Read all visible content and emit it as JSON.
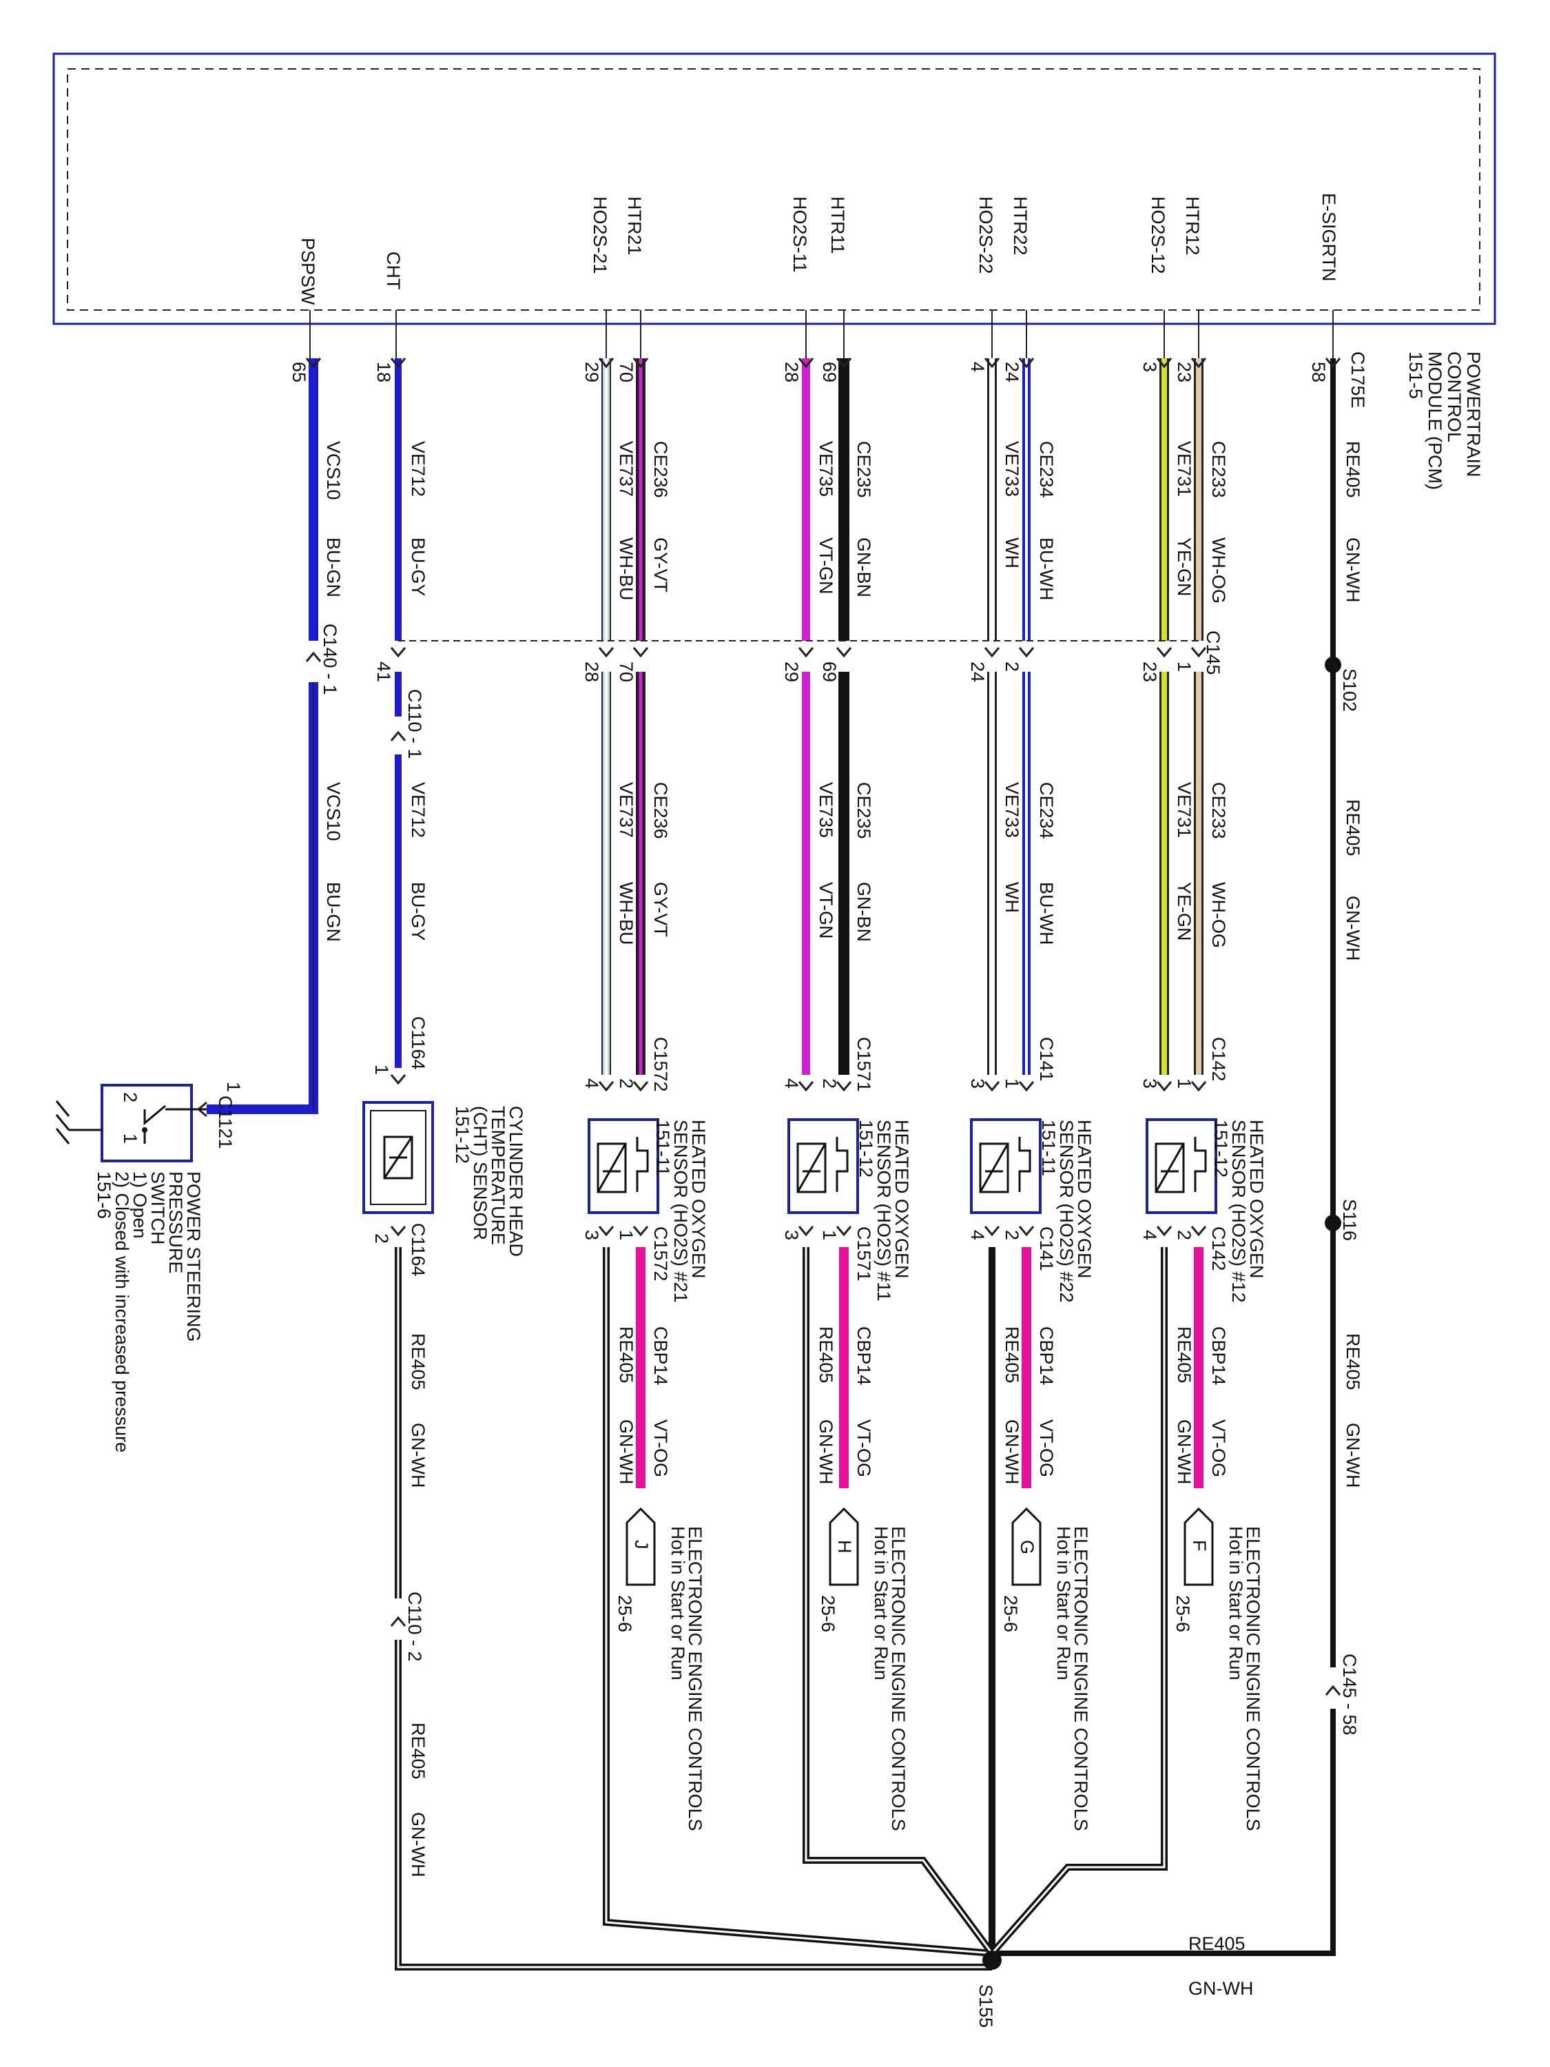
{
  "pcm": {
    "name_lines": [
      "POWERTRAIN",
      "CONTROL",
      "MODULE (PCM)",
      "151-5"
    ],
    "connector": "C175E"
  },
  "pins": [
    {
      "key": "pspsw",
      "signal": "PSPSW",
      "pin": "65"
    },
    {
      "key": "cht",
      "signal": "CHT",
      "pin": "18"
    },
    {
      "key": "ho2s21",
      "signal": "HO2S-21",
      "pin": "29"
    },
    {
      "key": "htr21",
      "signal": "HTR21",
      "pin": "70"
    },
    {
      "key": "ho2s11",
      "signal": "HO2S-11",
      "pin": "28"
    },
    {
      "key": "htr11",
      "signal": "HTR11",
      "pin": "69"
    },
    {
      "key": "ho2s22",
      "signal": "HO2S-22",
      "pin": "4"
    },
    {
      "key": "htr22",
      "signal": "HTR22",
      "pin": "24"
    },
    {
      "key": "ho2s12",
      "signal": "HO2S-12",
      "pin": "3"
    },
    {
      "key": "htr12",
      "signal": "HTR12",
      "pin": "23"
    },
    {
      "key": "esigrtn",
      "signal": "E-SIGRTN",
      "pin": "58"
    }
  ],
  "wires_upper": [
    {
      "key": "pspsw",
      "circuit": "VCS10",
      "color": "BU-GN"
    },
    {
      "key": "cht",
      "circuit": "VE712",
      "color": "BU-GY"
    },
    {
      "key": "ho2s21",
      "circuit": "VE737",
      "color": "WH-BU"
    },
    {
      "key": "htr21",
      "circuit": "CE236",
      "color": "GY-VT"
    },
    {
      "key": "ho2s11",
      "circuit": "VE735",
      "color": "VT-GN"
    },
    {
      "key": "htr11",
      "circuit": "CE235",
      "color": "GN-BN"
    },
    {
      "key": "ho2s22",
      "circuit": "VE733",
      "color": "WH"
    },
    {
      "key": "htr22",
      "circuit": "CE234",
      "color": "BU-WH"
    },
    {
      "key": "ho2s12",
      "circuit": "VE731",
      "color": "YE-GN"
    },
    {
      "key": "htr12",
      "circuit": "CE233",
      "color": "WH-OG"
    },
    {
      "key": "esigrtn",
      "circuit": "RE405",
      "color": "GN-WH"
    }
  ],
  "c145_pins": [
    {
      "key": "cht",
      "pin": "41"
    },
    {
      "key": "ho2s21",
      "pin": "28"
    },
    {
      "key": "htr21",
      "pin": "70"
    },
    {
      "key": "ho2s11",
      "pin": "29"
    },
    {
      "key": "htr11",
      "pin": "69"
    },
    {
      "key": "ho2s22",
      "pin": "24"
    },
    {
      "key": "htr22",
      "pin": "2"
    },
    {
      "key": "ho2s12",
      "pin": "23"
    },
    {
      "key": "htr12",
      "pin": "1"
    }
  ],
  "inline_connectors": {
    "c140": "C140 - 1",
    "c110_1": "C110 - 1",
    "c145": "C145",
    "c110_2": "C110 - 2",
    "c145_58": "C145 - 58"
  },
  "splices": {
    "s102": "S102",
    "s116": "S116",
    "s155": "S155"
  },
  "sensors": [
    {
      "key": "s21",
      "connector": "C1572",
      "title_lines": [
        "HEATED OXYGEN",
        "SENSOR (HO2S) #21",
        "151-11"
      ],
      "top_pins": [
        "4",
        "2"
      ],
      "bottom_pins": [
        "3",
        "1"
      ],
      "feed": {
        "circuit": "CBP14",
        "color": "VT-OG"
      },
      "ground": {
        "circuit": "RE405",
        "color": "GN-WH"
      },
      "power_ref": {
        "letter": "J",
        "lines": [
          "ELECTRONIC ENGINE CONTROLS",
          "Hot in Start or Run"
        ],
        "page": "25-6"
      }
    },
    {
      "key": "s11",
      "connector": "C1571",
      "title_lines": [
        "HEATED OXYGEN",
        "SENSOR (HO2S) #11",
        "151-12"
      ],
      "top_pins": [
        "4",
        "2"
      ],
      "bottom_pins": [
        "3",
        "1"
      ],
      "feed": {
        "circuit": "CBP14",
        "color": "VT-OG"
      },
      "ground": {
        "circuit": "RE405",
        "color": "GN-WH"
      },
      "power_ref": {
        "letter": "H",
        "lines": [
          "ELECTRONIC ENGINE CONTROLS",
          "Hot in Start or Run"
        ],
        "page": "25-6"
      }
    },
    {
      "key": "s22",
      "connector": "C141",
      "title_lines": [
        "HEATED OXYGEN",
        "SENSOR (HO2S) #22",
        "151-11"
      ],
      "top_pins": [
        "3",
        "1"
      ],
      "bottom_pins": [
        "4",
        "2"
      ],
      "feed": {
        "circuit": "CBP14",
        "color": "VT-OG"
      },
      "ground": {
        "circuit": "RE405",
        "color": "GN-WH"
      },
      "power_ref": {
        "letter": "G",
        "lines": [
          "ELECTRONIC ENGINE CONTROLS",
          "Hot in Start or Run"
        ],
        "page": "25-6"
      }
    },
    {
      "key": "s12",
      "connector": "C142",
      "title_lines": [
        "HEATED OXYGEN",
        "SENSOR (HO2S) #12",
        "151-12"
      ],
      "top_pins": [
        "3",
        "1"
      ],
      "bottom_pins": [
        "4",
        "2"
      ],
      "feed": {
        "circuit": "CBP14",
        "color": "VT-OG"
      },
      "ground": {
        "circuit": "RE405",
        "color": "GN-WH"
      },
      "power_ref": {
        "letter": "F",
        "lines": [
          "ELECTRONIC ENGINE CONTROLS",
          "Hot in Start or Run"
        ],
        "page": "25-6"
      }
    }
  ],
  "cht_sensor": {
    "connector": "C1164",
    "pin_top": "1",
    "pin_bottom": "2",
    "title_lines": [
      "CYLINDER HEAD",
      "TEMPERATURE",
      "(CHT) SENSOR",
      "151-12"
    ]
  },
  "ps_switch": {
    "connector": "C1121",
    "pin_main": "1",
    "pin_a": "2",
    "pin_b": "1",
    "title_lines": [
      "POWER STEERING",
      "PRESSURE",
      "SWITCH",
      "1) Open",
      "2) Closed with increased pressure",
      "151-6"
    ]
  },
  "ground_wires": [
    {
      "key": "cht_gnd",
      "circuit": "RE405",
      "color": "GN-WH"
    },
    {
      "key": "cht_gnd2",
      "circuit": "RE405",
      "color": "GN-WH"
    },
    {
      "key": "esig_mid",
      "circuit": "RE405",
      "color": "GN-WH"
    },
    {
      "key": "esig_low",
      "circuit": "RE405",
      "color": "GN-WH"
    },
    {
      "key": "s155_bottom",
      "circuit": "RE405",
      "color": "GN-WH"
    }
  ],
  "colors": {
    "frame": "#1a22a0",
    "blue": "#1c1cd0",
    "violet": "#d020d0",
    "magenta": "#e8119a",
    "yellow": "#d8e22a",
    "tan": "#e4c8a8",
    "pale_blue": "#c8d0f0"
  }
}
